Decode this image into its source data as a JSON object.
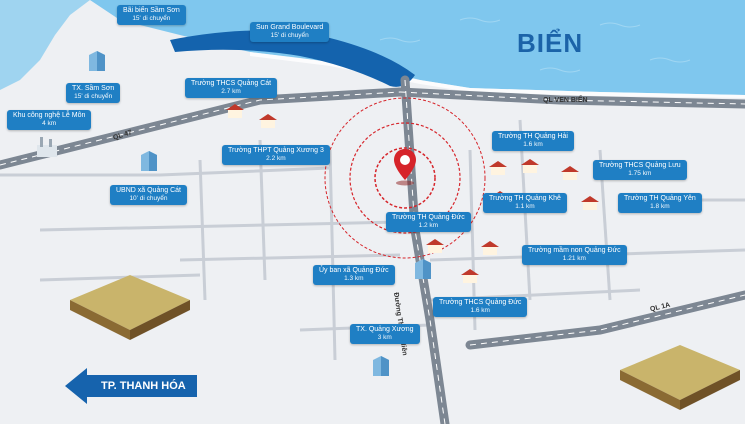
{
  "sea_label": "BIỂN",
  "roads": {
    "ql47": "QL 47",
    "ql_ven_bien": "QL VEN BIỂN",
    "ql1a": "QL 1A",
    "duong_thanh_nien": "Đường Thanh Niên"
  },
  "direction": "TP. THANH HÓA",
  "places": [
    {
      "name": "Bãi biển Sầm Sơn",
      "distance": "15' di chuyển"
    },
    {
      "name": "Sun Grand Boulevard",
      "distance": "15' di chuyển"
    },
    {
      "name": "TX. Sầm Sơn",
      "distance": "15' di chuyển"
    },
    {
      "name": "Trường THCS Quảng Cát",
      "distance": "2.7 km"
    },
    {
      "name": "Khu công nghệ Lễ Môn",
      "distance": "4 km"
    },
    {
      "name": "Trường THPT Quảng Xương 3",
      "distance": "2.2 km"
    },
    {
      "name": "UBND xã Quảng Cát",
      "distance": "10' di chuyển"
    },
    {
      "name": "Trường TH Quảng Hải",
      "distance": "1.6 km"
    },
    {
      "name": "Trường THCS Quảng Lưu",
      "distance": "1.75 km"
    },
    {
      "name": "Trường TH Quảng Khê",
      "distance": "1.1 km"
    },
    {
      "name": "Trường TH Quảng Yên",
      "distance": "1.8 km"
    },
    {
      "name": "Trường TH Quảng Đức",
      "distance": "1.2 km"
    },
    {
      "name": "Trường mầm non Quảng Đức",
      "distance": "1.21 km"
    },
    {
      "name": "Ủy ban xã Quảng Đức",
      "distance": "1.3 km"
    },
    {
      "name": "Trường THCS Quảng Đức",
      "distance": "1.6 km"
    },
    {
      "name": "TX. Quảng Xương",
      "distance": "3 km"
    }
  ]
}
